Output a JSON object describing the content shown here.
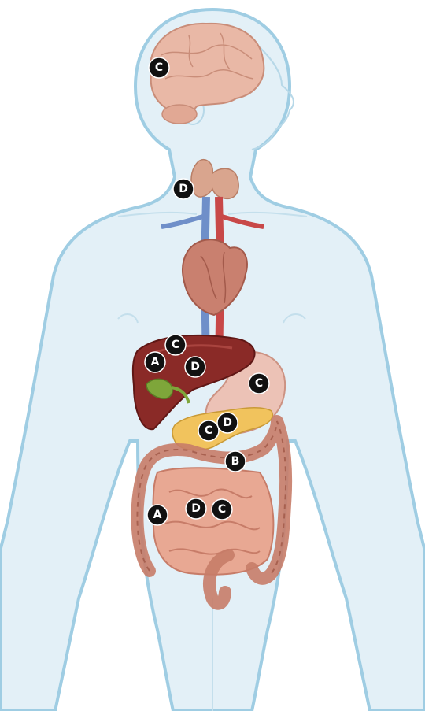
{
  "markers": [
    {
      "id": "brain",
      "letter": "C"
    },
    {
      "id": "thyroid",
      "letter": "D"
    },
    {
      "id": "liver-a",
      "letter": "A"
    },
    {
      "id": "liver-c",
      "letter": "C"
    },
    {
      "id": "liver-d",
      "letter": "D"
    },
    {
      "id": "stomach",
      "letter": "C"
    },
    {
      "id": "pancreas-c",
      "letter": "C"
    },
    {
      "id": "pancreas-d",
      "letter": "D"
    },
    {
      "id": "transverse-colon",
      "letter": "B"
    },
    {
      "id": "ascending-colon",
      "letter": "A"
    },
    {
      "id": "small-intestine-d",
      "letter": "D"
    },
    {
      "id": "small-intestine-c",
      "letter": "C"
    }
  ],
  "colors": {
    "body_fill": "#e3f0f7",
    "body_outline": "#9fcde3",
    "brain": "#e9b8a6",
    "thyroid": "#d9a58e",
    "heart": "#c9806f",
    "artery": "#c84848",
    "vein": "#6f8fc9",
    "liver": "#8a2a27",
    "gallbladder": "#7ea63a",
    "stomach": "#ecc2b6",
    "pancreas": "#f1c35d",
    "intestine": "#c77c68",
    "marker": "#111111"
  }
}
